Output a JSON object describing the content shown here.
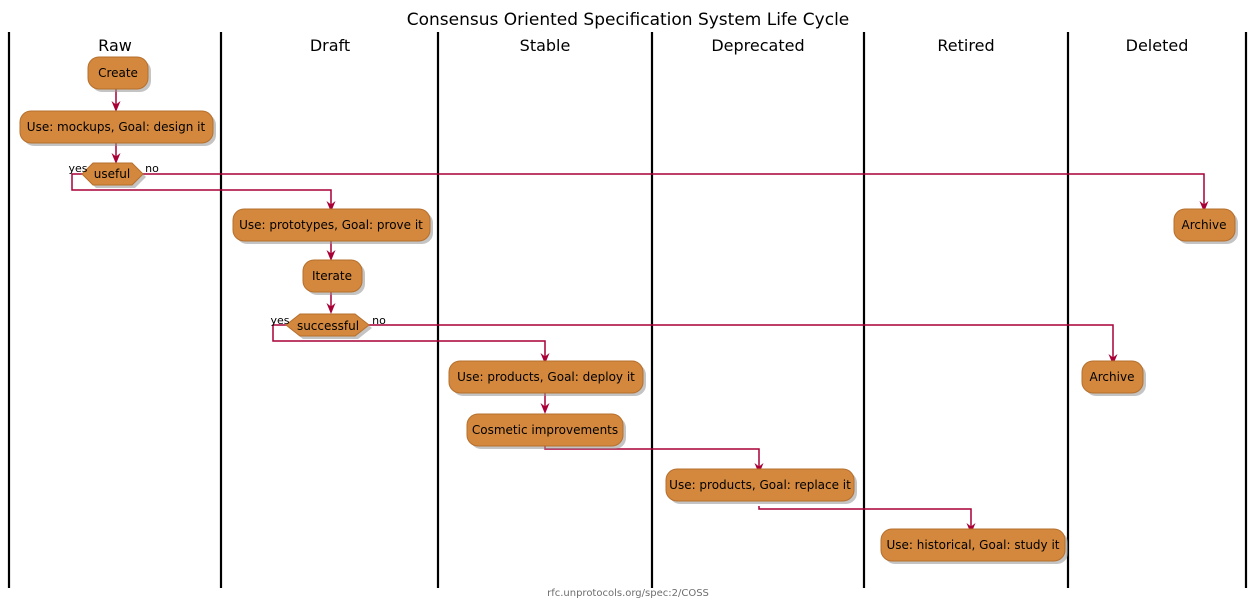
{
  "diagram": {
    "title": "Consensus Oriented Specification System Life Cycle",
    "footer": "rfc.unprotocols.org/spec:2/COSS",
    "colors": {
      "node_fill": "#D3883E",
      "node_stroke": "#B66F2C",
      "edge": "#A80036",
      "lane_divider": "#000000",
      "title": "#000000",
      "footer": "#6E6E6E",
      "background": "#FFFFFF"
    },
    "lanes": [
      {
        "id": "raw",
        "label": "Raw"
      },
      {
        "id": "draft",
        "label": "Draft"
      },
      {
        "id": "stable",
        "label": "Stable"
      },
      {
        "id": "deprecated",
        "label": "Deprecated"
      },
      {
        "id": "retired",
        "label": "Retired"
      },
      {
        "id": "deleted",
        "label": "Deleted"
      }
    ],
    "nodes": [
      {
        "id": "create",
        "lane": "raw",
        "label": "Create",
        "shape": "rounded"
      },
      {
        "id": "raw-use",
        "lane": "raw",
        "label": "Use: mockups, Goal: design it",
        "shape": "rounded"
      },
      {
        "id": "useful",
        "lane": "raw",
        "label": "useful",
        "shape": "decision"
      },
      {
        "id": "draft-use",
        "lane": "draft",
        "label": "Use: prototypes, Goal: prove it",
        "shape": "rounded"
      },
      {
        "id": "iterate",
        "lane": "draft",
        "label": "Iterate",
        "shape": "rounded"
      },
      {
        "id": "successful",
        "lane": "draft",
        "label": "successful",
        "shape": "decision"
      },
      {
        "id": "stable-use",
        "lane": "stable",
        "label": "Use: products, Goal: deploy it",
        "shape": "rounded"
      },
      {
        "id": "cosmetic",
        "lane": "stable",
        "label": "Cosmetic improvements",
        "shape": "rounded"
      },
      {
        "id": "deprecated-use",
        "lane": "deprecated",
        "label": "Use: products, Goal: replace it",
        "shape": "rounded"
      },
      {
        "id": "retired-use",
        "lane": "retired",
        "label": "Use: historical, Goal: study it",
        "shape": "rounded"
      },
      {
        "id": "retired-archive",
        "lane": "retired",
        "label": "Archive",
        "shape": "rounded"
      },
      {
        "id": "deleted-archive",
        "lane": "deleted",
        "label": "Archive",
        "shape": "rounded"
      }
    ],
    "edge_labels": [
      {
        "id": "useful-yes",
        "text": "yes"
      },
      {
        "id": "useful-no",
        "text": "no"
      },
      {
        "id": "successful-yes",
        "text": "yes"
      },
      {
        "id": "successful-no",
        "text": "no"
      }
    ]
  }
}
